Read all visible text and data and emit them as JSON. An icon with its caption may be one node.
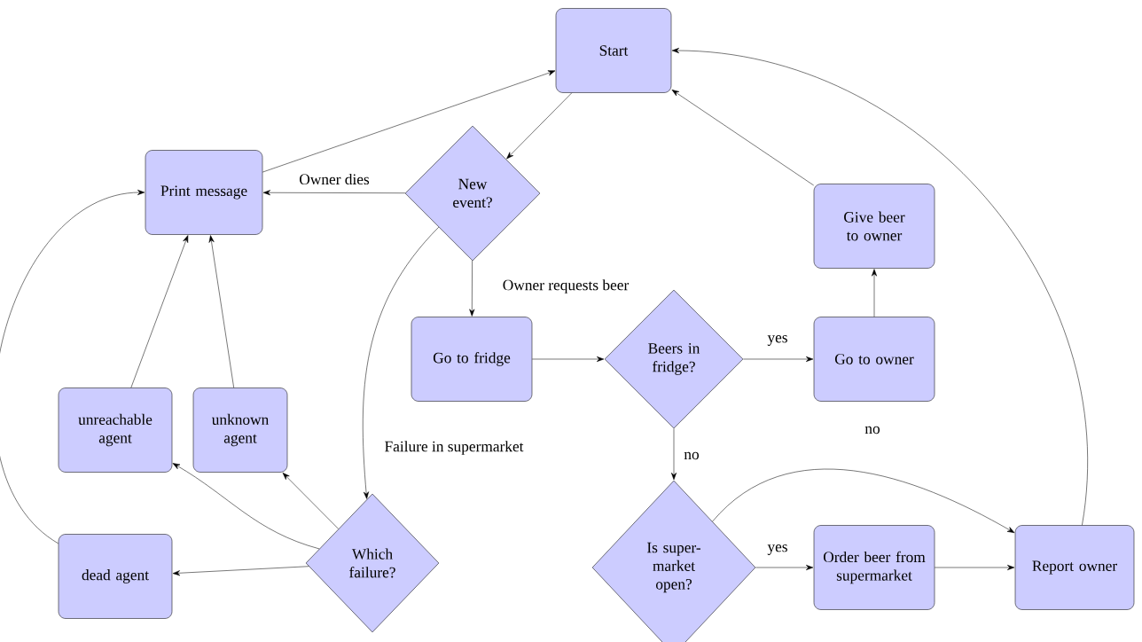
{
  "diagram": {
    "nodes": [
      {
        "text": [
          "Start"
        ]
      },
      {
        "text": [
          "New event?"
        ]
      },
      {
        "text": [
          "Print message"
        ]
      },
      {
        "text": [
          "Go to fridge"
        ]
      },
      {
        "text": [
          "Beers in fridge?"
        ]
      },
      {
        "text": [
          "Go to owner"
        ]
      },
      {
        "text": [
          "Give beer to owner"
        ]
      },
      {
        "text": [
          "unreachable agent"
        ]
      },
      {
        "text": [
          "unknown agent"
        ]
      },
      {
        "text": [
          "Which failure?"
        ]
      },
      {
        "text": [
          "dead agent"
        ]
      },
      {
        "text": [
          "Is super-market open?"
        ]
      },
      {
        "text": [
          "Order beer from supermarket"
        ]
      },
      {
        "text": [
          "Report owner"
        ]
      }
    ],
    "edges": [
      {
        "from": 0,
        "to": 1,
        "arrow": "to"
      },
      {
        "from": 1,
        "to": 2,
        "arrow": "to",
        "label": "Owner dies"
      },
      {
        "from": 2,
        "to": 0,
        "arrow": "to"
      },
      {
        "from": 1,
        "to": 3,
        "arrow": "to",
        "label": "Owner requests beer"
      },
      {
        "from": 1,
        "to": 9,
        "arrow": "to",
        "label": "Failure in supermarket"
      },
      {
        "from": 3,
        "to": 4,
        "arrow": "to"
      },
      {
        "from": 4,
        "to": 5,
        "arrow": "to",
        "label": "yes"
      },
      {
        "from": 5,
        "to": 6,
        "arrow": "to"
      },
      {
        "from": 6,
        "to": 0,
        "arrow": "to"
      },
      {
        "from": 4,
        "to": 11,
        "arrow": "to",
        "label": "no"
      },
      {
        "from": 11,
        "to": 12,
        "arrow": "to",
        "label": "yes"
      },
      {
        "from": 11,
        "to": 13,
        "arrow": "to",
        "label": "no"
      },
      {
        "from": 12,
        "to": 13,
        "arrow": "to"
      },
      {
        "from": 13,
        "to": 0,
        "arrow": "to"
      },
      {
        "from": 9,
        "to": 7,
        "arrow": "to"
      },
      {
        "from": 9,
        "to": 8,
        "arrow": "to"
      },
      {
        "from": 9,
        "to": 10,
        "arrow": "to"
      },
      {
        "from": 7,
        "to": 2,
        "arrow": "to"
      },
      {
        "from": 8,
        "to": 2,
        "arrow": "to"
      },
      {
        "from": 10,
        "to": 2,
        "arrow": "to"
      }
    ]
  }
}
